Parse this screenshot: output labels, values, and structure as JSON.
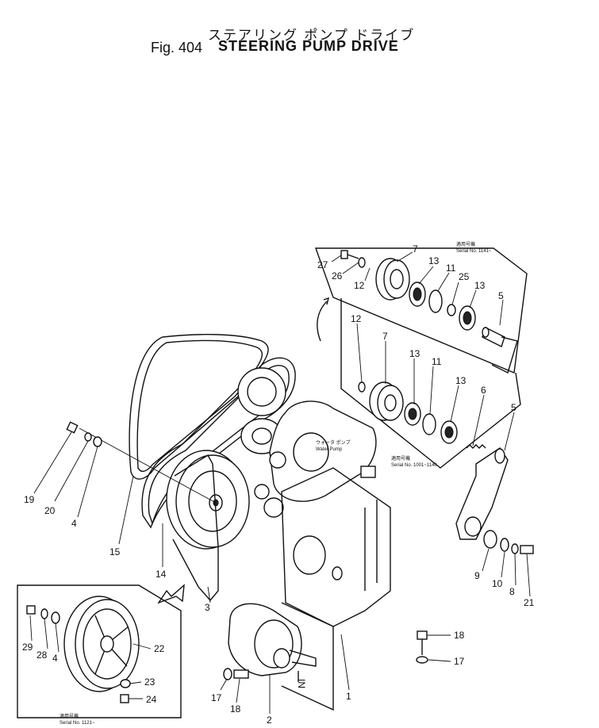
{
  "figure": {
    "title_jp": "ステアリング ポンプ ドライブ",
    "fig_label": "Fig. 404",
    "title_en": "STEERING PUMP DRIVE"
  },
  "serials": {
    "top_jp": "適用号機",
    "top_no": "Serial No. 1141~",
    "mid_jp": "適用号機",
    "mid_no": "Serial No. 1001~1140",
    "bottom_jp": "適用号機",
    "bottom_no": "Serial No. 1121~"
  },
  "water_pump": {
    "jp": "ウォータ ポンプ",
    "en": "Water Pump"
  },
  "in_label": "IN",
  "callouts": {
    "c27": "27",
    "c26": "26",
    "c12a": "12",
    "c7a": "7",
    "c13a": "13",
    "c11a": "11",
    "c25": "25",
    "c13b": "13",
    "c5a": "5",
    "c12b": "12",
    "c7b": "7",
    "c13c": "13",
    "c11b": "11",
    "c13d": "13",
    "c6": "6",
    "c5b": "5",
    "c19": "19",
    "c20": "20",
    "c4a": "4",
    "c15": "15",
    "c14": "14",
    "c3": "3",
    "c9": "9",
    "c10": "10",
    "c8": "8",
    "c21": "21",
    "c29": "29",
    "c28": "28",
    "c4b": "4",
    "c22": "22",
    "c23": "23",
    "c24": "24",
    "c18a": "18",
    "c17a": "17",
    "c17b": "17",
    "c18b": "18",
    "c2": "2",
    "c1": "1"
  }
}
